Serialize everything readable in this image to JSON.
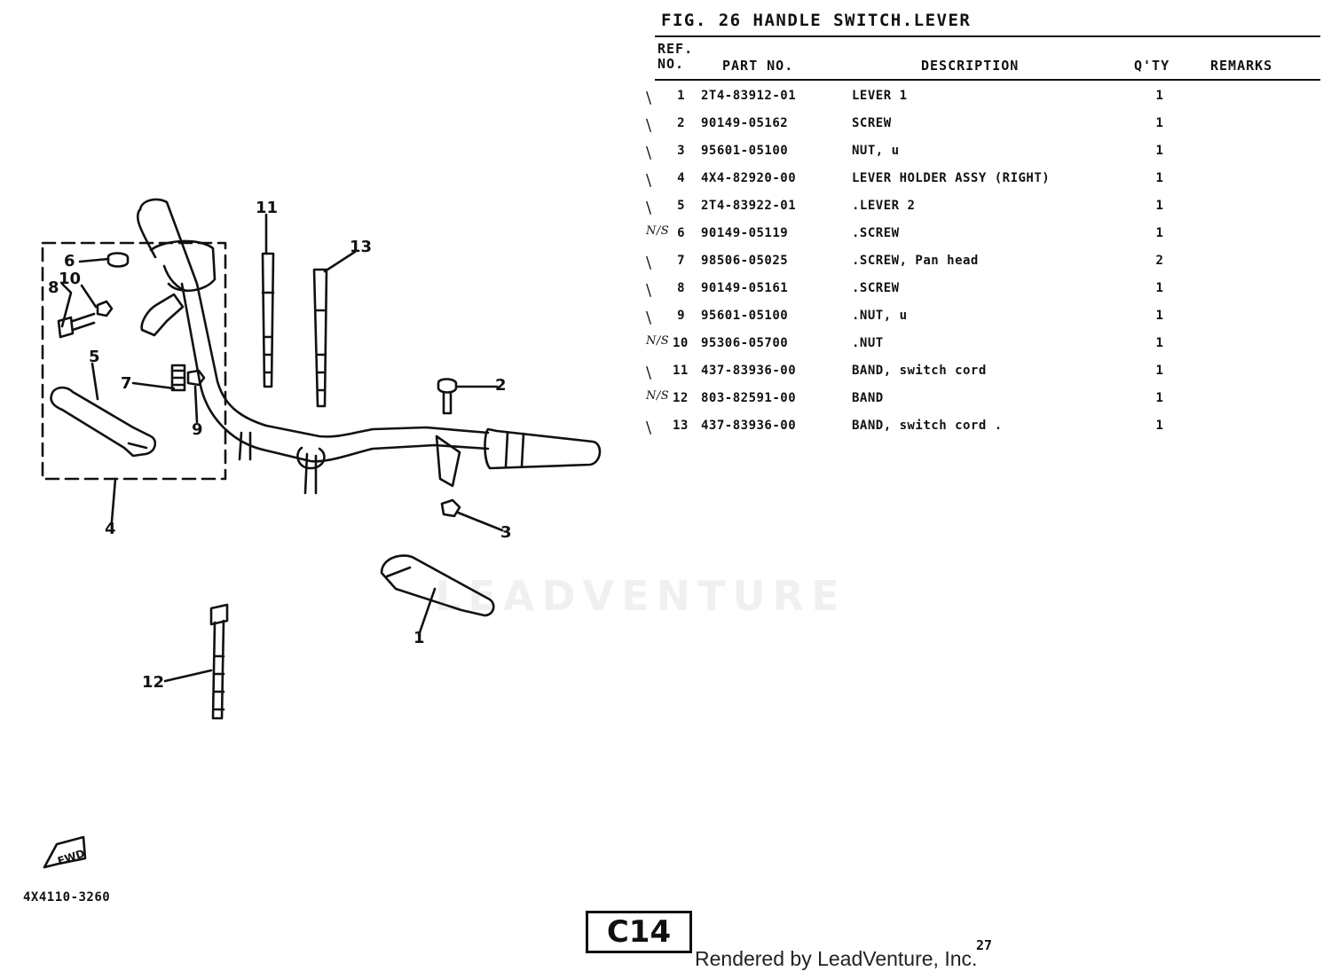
{
  "figure": {
    "title": "FIG. 26  HANDLE SWITCH.LEVER"
  },
  "table": {
    "headers": {
      "ref": "REF. NO.",
      "ref_line1": "REF.",
      "ref_line2": "NO.",
      "part_no": "PART NO.",
      "description": "DESCRIPTION",
      "qty": "Q'TY",
      "remarks": "REMARKS"
    },
    "rows": [
      {
        "ref": "1",
        "part_no": "2T4-83912-01",
        "description": "LEVER 1",
        "qty": "1",
        "mark": "\\"
      },
      {
        "ref": "2",
        "part_no": "90149-05162",
        "description": "SCREW",
        "qty": "1",
        "mark": "\\"
      },
      {
        "ref": "3",
        "part_no": "95601-05100",
        "description": "NUT, u",
        "qty": "1",
        "mark": "\\"
      },
      {
        "ref": "4",
        "part_no": "4X4-82920-00",
        "description": "LEVER HOLDER ASSY (RIGHT)",
        "qty": "1",
        "mark": "\\"
      },
      {
        "ref": "5",
        "part_no": "2T4-83922-01",
        "description": ".LEVER 2",
        "qty": "1",
        "mark": "\\"
      },
      {
        "ref": "6",
        "part_no": "90149-05119",
        "description": ".SCREW",
        "qty": "1",
        "mark": "N/S"
      },
      {
        "ref": "7",
        "part_no": "98506-05025",
        "description": ".SCREW, Pan head",
        "qty": "2",
        "mark": "\\"
      },
      {
        "ref": "8",
        "part_no": "90149-05161",
        "description": ".SCREW",
        "qty": "1",
        "mark": "\\"
      },
      {
        "ref": "9",
        "part_no": "95601-05100",
        "description": ".NUT, u",
        "qty": "1",
        "mark": "\\"
      },
      {
        "ref": "10",
        "part_no": "95306-05700",
        "description": ".NUT",
        "qty": "1",
        "mark": "N/S"
      },
      {
        "ref": "11",
        "part_no": "437-83936-00",
        "description": "BAND, switch cord",
        "qty": "1",
        "mark": "\\"
      },
      {
        "ref": "12",
        "part_no": "803-82591-00",
        "description": "BAND",
        "qty": "1",
        "mark": "N/S"
      },
      {
        "ref": "13",
        "part_no": "437-83936-00",
        "description": "BAND, switch cord .",
        "qty": "1",
        "mark": "\\"
      }
    ]
  },
  "diagram": {
    "callouts": [
      "1",
      "2",
      "3",
      "4",
      "5",
      "6",
      "7",
      "8",
      "9",
      "10",
      "11",
      "12",
      "13"
    ],
    "direction_label": "FWD"
  },
  "footer": {
    "drawing_code": "4X4110-3260",
    "page_box": "C14",
    "rendered_by": "Rendered by LeadVenture, Inc.",
    "page_number": "27"
  },
  "watermark": {
    "brand": "LEADVENTURE"
  }
}
